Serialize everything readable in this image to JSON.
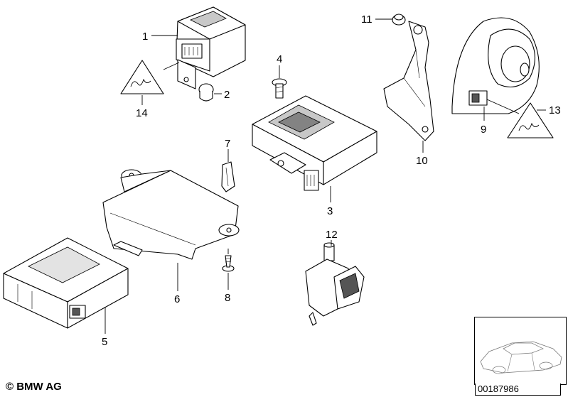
{
  "callouts": {
    "c1": "1",
    "c2": "2",
    "c3": "3",
    "c4": "4",
    "c5": "5",
    "c6": "6",
    "c7": "7",
    "c8": "8",
    "c9": "9",
    "c10": "10",
    "c11": "11",
    "c12": "12",
    "c13": "13",
    "c14": "14"
  },
  "footer": {
    "copyright": "© BMW AG",
    "doc_number": "00187986"
  },
  "icons": {
    "warning_triangles": "warning-triangle-icon",
    "car_thumbnail": "car-outline-icon"
  }
}
